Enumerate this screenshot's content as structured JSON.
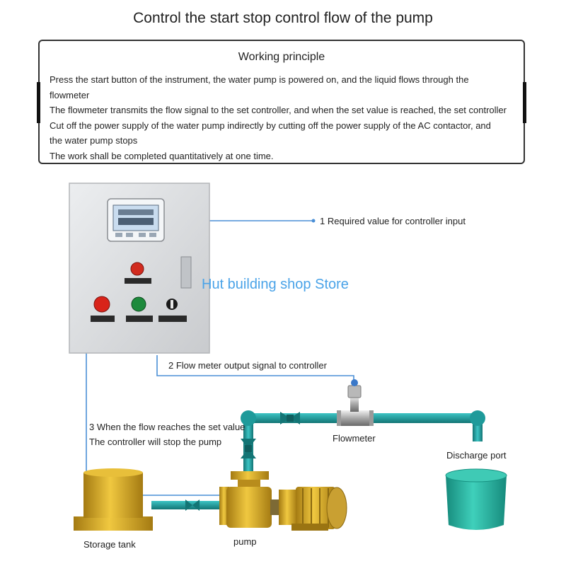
{
  "title": "Control the start stop control flow of the pump",
  "principle": {
    "heading": "Working principle",
    "lines": [
      "Press the start button of the instrument, the water pump is powered on, and the liquid flows through the",
      "flowmeter",
      "The flowmeter transmits the flow signal to the set controller, and when the set value is reached, the set controller",
      "Cut off the power supply of the water pump indirectly by cutting off the power supply of the AC contactor, and",
      "the water pump stops",
      "The work shall be completed quantitatively at one time."
    ]
  },
  "annotations": {
    "step1": "1 Required value for controller input",
    "step2": "2 Flow meter output signal to controller",
    "step3_line1": "3 When the flow reaches the set value",
    "step3_line2": "The controller will stop the pump"
  },
  "components": {
    "flowmeter": "Flowmeter",
    "discharge_port": "Discharge port",
    "storage_tank": "Storage tank",
    "pump": "pump"
  },
  "watermark": "Hut building shop Store",
  "colors": {
    "pipe": "#1e9a9a",
    "pipe_dark": "#137575",
    "signal_line": "#4a8fd6",
    "tank": "#d4a52a",
    "discharge": "#2bb3a0",
    "cabinet": "#dcdde0",
    "watermark": "#4aa3e8"
  }
}
